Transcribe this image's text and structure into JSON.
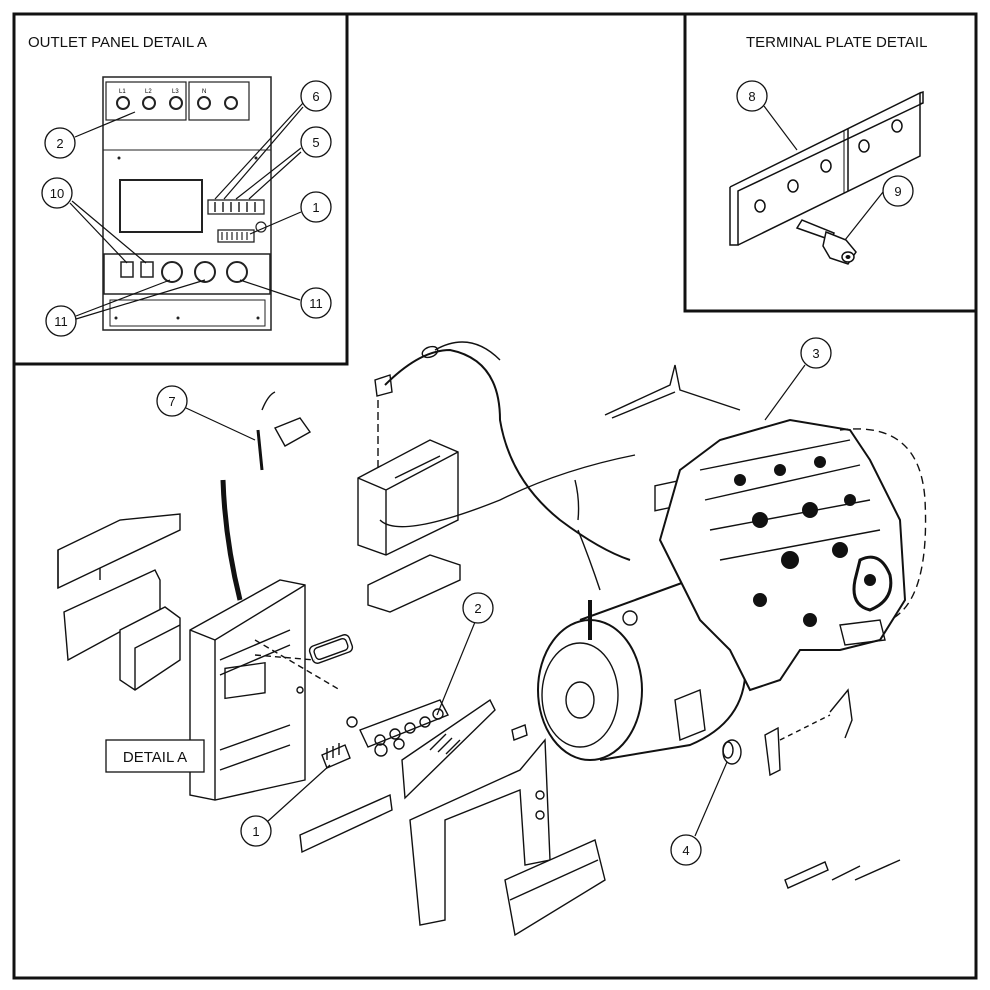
{
  "panels": {
    "outlet_panel_title": "OUTLET PANEL DETAIL A",
    "terminal_plate_title": "TERMINAL PLATE DETAIL",
    "detail_a_tag": "DETAIL A"
  },
  "callouts": {
    "outlet_panel": [
      "2",
      "6",
      "5",
      "10",
      "1",
      "11",
      "11"
    ],
    "terminal_plate": [
      "8",
      "9"
    ],
    "main": [
      "7",
      "3",
      "2",
      "1",
      "4"
    ]
  },
  "panel_labels": {
    "L1": "L1",
    "L2": "L2",
    "L3": "L3",
    "N": "N"
  }
}
